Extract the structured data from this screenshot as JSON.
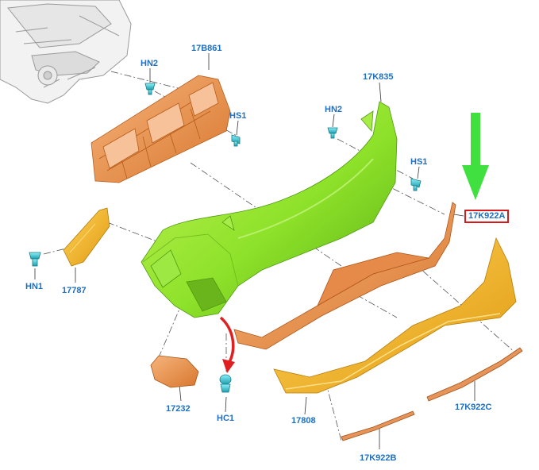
{
  "labels": {
    "p17B861": "17B861",
    "hn2_top": "HN2",
    "hs1_top": "HS1",
    "p17K835": "17K835",
    "hn2_right": "HN2",
    "hs1_right": "HS1",
    "p17K922A": "17K922A",
    "hn1": "HN1",
    "p17787": "17787",
    "p17232": "17232",
    "hc1": "HC1",
    "p17808": "17808",
    "p17K922C": "17K922C",
    "p17K922B": "17K922B"
  },
  "colors": {
    "label_text": "#1e6fc0",
    "highlight_box": "#d41a1a",
    "green_arrow": "#3fe03f",
    "red_arrow": "#e02020",
    "bumper_cover": "#8ee22a",
    "bracket_orange": "#ee9a55",
    "trim_yellow": "#f2b21c",
    "fastener_cyan": "#35c6d6"
  }
}
